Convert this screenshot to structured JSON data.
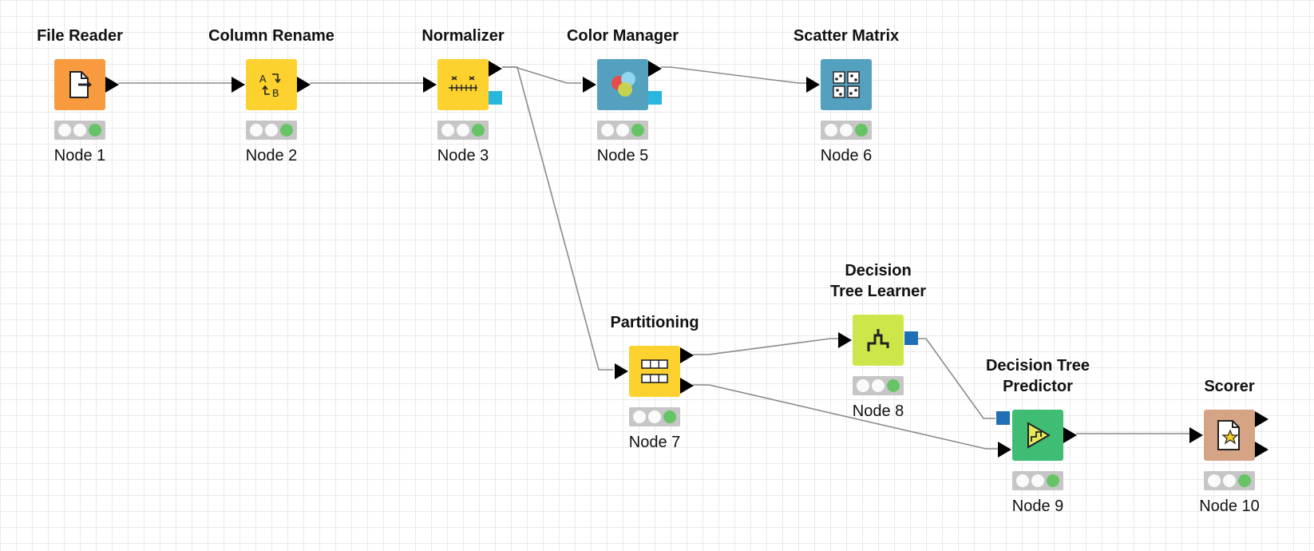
{
  "colors": {
    "orange": "#f89a3e",
    "yellow": "#fdd22f",
    "steel": "#53a0bf",
    "lime": "#cde64a",
    "green": "#3fbd74",
    "tan": "#d4a484",
    "port_cyan": "#29b7e0",
    "port_blue": "#1f6fb5",
    "status_green": "#66c466",
    "connection": "#8a8a8a"
  },
  "nodes": [
    {
      "id": "n1",
      "title_lines": [
        "File Reader"
      ],
      "label": "Node 1",
      "icon": "file-reader-icon"
    },
    {
      "id": "n2",
      "title_lines": [
        "Column Rename"
      ],
      "label": "Node 2",
      "icon": "column-rename-icon",
      "icon_text": [
        "A",
        "B"
      ]
    },
    {
      "id": "n3",
      "title_lines": [
        "Normalizer"
      ],
      "label": "Node 3",
      "icon": "normalizer-icon"
    },
    {
      "id": "n5",
      "title_lines": [
        "Color Manager"
      ],
      "label": "Node 5",
      "icon": "color-manager-icon"
    },
    {
      "id": "n6",
      "title_lines": [
        "Scatter Matrix"
      ],
      "label": "Node 6",
      "icon": "scatter-matrix-icon"
    },
    {
      "id": "n7",
      "title_lines": [
        "Partitioning"
      ],
      "label": "Node 7",
      "icon": "partitioning-icon"
    },
    {
      "id": "n8",
      "title_lines": [
        "Decision",
        "Tree Learner"
      ],
      "label": "Node 8",
      "icon": "decision-tree-learner-icon"
    },
    {
      "id": "n9",
      "title_lines": [
        "Decision Tree",
        "Predictor"
      ],
      "label": "Node 9",
      "icon": "decision-tree-predictor-icon"
    },
    {
      "id": "n10",
      "title_lines": [
        "Scorer"
      ],
      "label": "Node 10",
      "icon": "scorer-icon"
    }
  ],
  "connections": [
    {
      "from": "n1",
      "to": "n2"
    },
    {
      "from": "n2",
      "to": "n3"
    },
    {
      "from": "n3",
      "to": "n5"
    },
    {
      "from": "n5",
      "to": "n6"
    },
    {
      "from": "n3",
      "to": "n7"
    },
    {
      "from": "n7",
      "to": "n8",
      "from_port": 1
    },
    {
      "from": "n7",
      "to": "n9",
      "from_port": 2,
      "to_port": 2
    },
    {
      "from": "n8",
      "to": "n9",
      "model": true
    },
    {
      "from": "n9",
      "to": "n10"
    }
  ]
}
